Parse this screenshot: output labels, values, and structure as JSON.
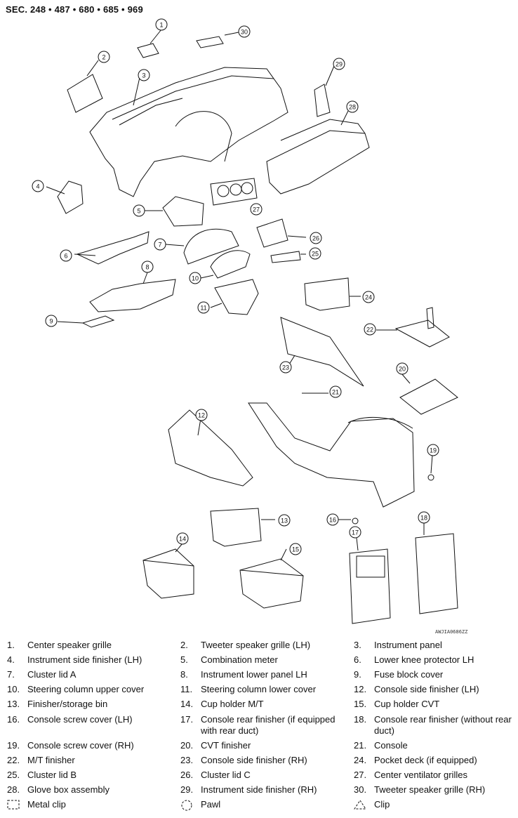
{
  "section": "SEC. 248 • 487 • 680 • 685 • 969",
  "figure_code": "AWJIA0686ZZ",
  "callouts": [
    "1",
    "2",
    "3",
    "4",
    "5",
    "6",
    "7",
    "8",
    "9",
    "10",
    "11",
    "12",
    "13",
    "14",
    "15",
    "16",
    "17",
    "18",
    "19",
    "20",
    "21",
    "22",
    "23",
    "24",
    "25",
    "26",
    "27",
    "28",
    "29",
    "30"
  ],
  "legend": [
    [
      {
        "num": "1.",
        "label": "Center speaker grille"
      },
      {
        "num": "2.",
        "label": "Tweeter speaker grille (LH)"
      },
      {
        "num": "3.",
        "label": "Instrument panel"
      }
    ],
    [
      {
        "num": "4.",
        "label": "Instrument side finisher (LH)"
      },
      {
        "num": "5.",
        "label": "Combination meter"
      },
      {
        "num": "6.",
        "label": "Lower knee protector LH"
      }
    ],
    [
      {
        "num": "7.",
        "label": "Cluster lid A"
      },
      {
        "num": "8.",
        "label": "Instrument lower panel LH"
      },
      {
        "num": "9.",
        "label": "Fuse block cover"
      }
    ],
    [
      {
        "num": "10.",
        "label": "Steering column upper cover"
      },
      {
        "num": "11.",
        "label": "Steering column lower cover"
      },
      {
        "num": "12.",
        "label": "Console side finisher (LH)"
      }
    ],
    [
      {
        "num": "13.",
        "label": "Finisher/storage bin"
      },
      {
        "num": "14.",
        "label": "Cup holder M/T"
      },
      {
        "num": "15.",
        "label": "Cup holder CVT"
      }
    ],
    [
      {
        "num": "16.",
        "label": "Console screw cover (LH)"
      },
      {
        "num": "17.",
        "label": "Console rear finisher (if equipped with rear duct)"
      },
      {
        "num": "18.",
        "label": "Console rear finisher (without rear duct)"
      }
    ],
    [
      {
        "num": "19.",
        "label": "Console screw cover (RH)"
      },
      {
        "num": "20.",
        "label": "CVT finisher"
      },
      {
        "num": "21.",
        "label": "Console"
      }
    ],
    [
      {
        "num": "22.",
        "label": "M/T finisher"
      },
      {
        "num": "23.",
        "label": "Console side finisher (RH)"
      },
      {
        "num": "24.",
        "label": "Pocket deck (if equipped)"
      }
    ],
    [
      {
        "num": "25.",
        "label": "Cluster lid B"
      },
      {
        "num": "26.",
        "label": "Cluster lid C"
      },
      {
        "num": "27.",
        "label": "Center ventilator grilles"
      }
    ],
    [
      {
        "num": "28.",
        "label": "Glove box assembly"
      },
      {
        "num": "29.",
        "label": "Instrument side finisher (RH)"
      },
      {
        "num": "30.",
        "label": "Tweeter speaker grille (RH)"
      }
    ]
  ],
  "symbols": [
    {
      "icon": "metal-clip-icon",
      "label": "Metal clip"
    },
    {
      "icon": "pawl-icon",
      "label": "Pawl"
    },
    {
      "icon": "clip-icon",
      "label": "Clip"
    }
  ]
}
